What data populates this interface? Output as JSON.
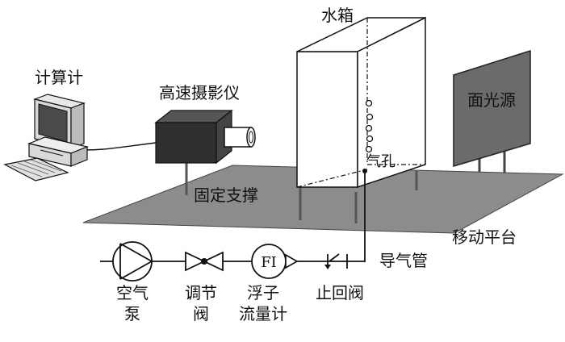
{
  "labels": {
    "computer": "计算计",
    "camera": "高速摄影仪",
    "water_tank": "水箱",
    "area_light": "面光源",
    "air_hole": "气孔",
    "fixed_support": "固定支撑",
    "moving_platform": "移动平台",
    "gas_pipe": "导气管",
    "pump_line1": "空气",
    "pump_line2": "泵",
    "valve_line1": "调节",
    "valve_line2": "阀",
    "flowmeter_line1": "浮子",
    "flowmeter_line2": "流量计",
    "check_valve": "止回阀",
    "flowmeter_symbol": "FI"
  },
  "colors": {
    "platform_fill": "#8c8c8c",
    "camera_body": "#2f2f2f",
    "light_panel": "#6b6b6b",
    "line": "#111111"
  }
}
